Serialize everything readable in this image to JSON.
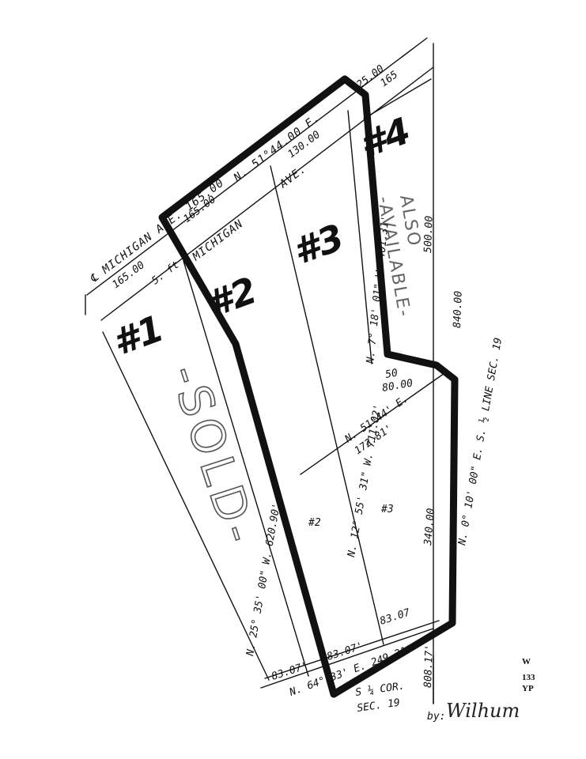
{
  "map": {
    "street_top": "N. 51°44.00 E.",
    "street_left": "℄ MICHIGAN AVE. 165.00",
    "street_lot2": "MICHIGAN",
    "street_lot3": "AVE.",
    "top_dim_25": "25.00",
    "top_dim_165": "165",
    "top_dim_130": "130.00",
    "dim_165_lot2": "165.00",
    "dim_165_lot1": "165.00",
    "dim_5ft": "5. ft",
    "lots": {
      "lot1": "#1",
      "lot2": "#2",
      "lot3": "#3",
      "lot4": "#4",
      "lot2_small": "#2",
      "lot3_small": "#3"
    },
    "sold_text": "-SOLD-",
    "also_available": "ALSO",
    "also_available_2": "-AVAILABLE-",
    "bearings": {
      "lot1_west": "N. 25° 35' 00\" W.  620.90'",
      "lot2_west": "N. 12° 55' 31\" W.  711.02'",
      "lot3_west": "N. 7° 18' 01\" W.  401.31'",
      "lot4_east": "500.00",
      "east_line": "840.00",
      "sec_line": "N. 0° 10' 00\" E. S. ½ LINE SEC. 19",
      "inner": "N. 51°44' E.",
      "inner_dist": "172.81'",
      "dist_80": "80.00",
      "dist_340": "340.00",
      "bottom_83_a": "83.07'",
      "bottom_83_b": "83.07'",
      "bottom_83_c": "83.07",
      "bottom_line": "N. 64° 33' E. 249.21'",
      "bottom_808": "808.17'",
      "short_50": "50"
    },
    "corner_label": "S ¼ COR.",
    "corner_label_2": "SEC. 19",
    "signature_prefix": "by:",
    "signature": "Wilhum",
    "corner_block": [
      "W",
      "133",
      "YP"
    ]
  }
}
